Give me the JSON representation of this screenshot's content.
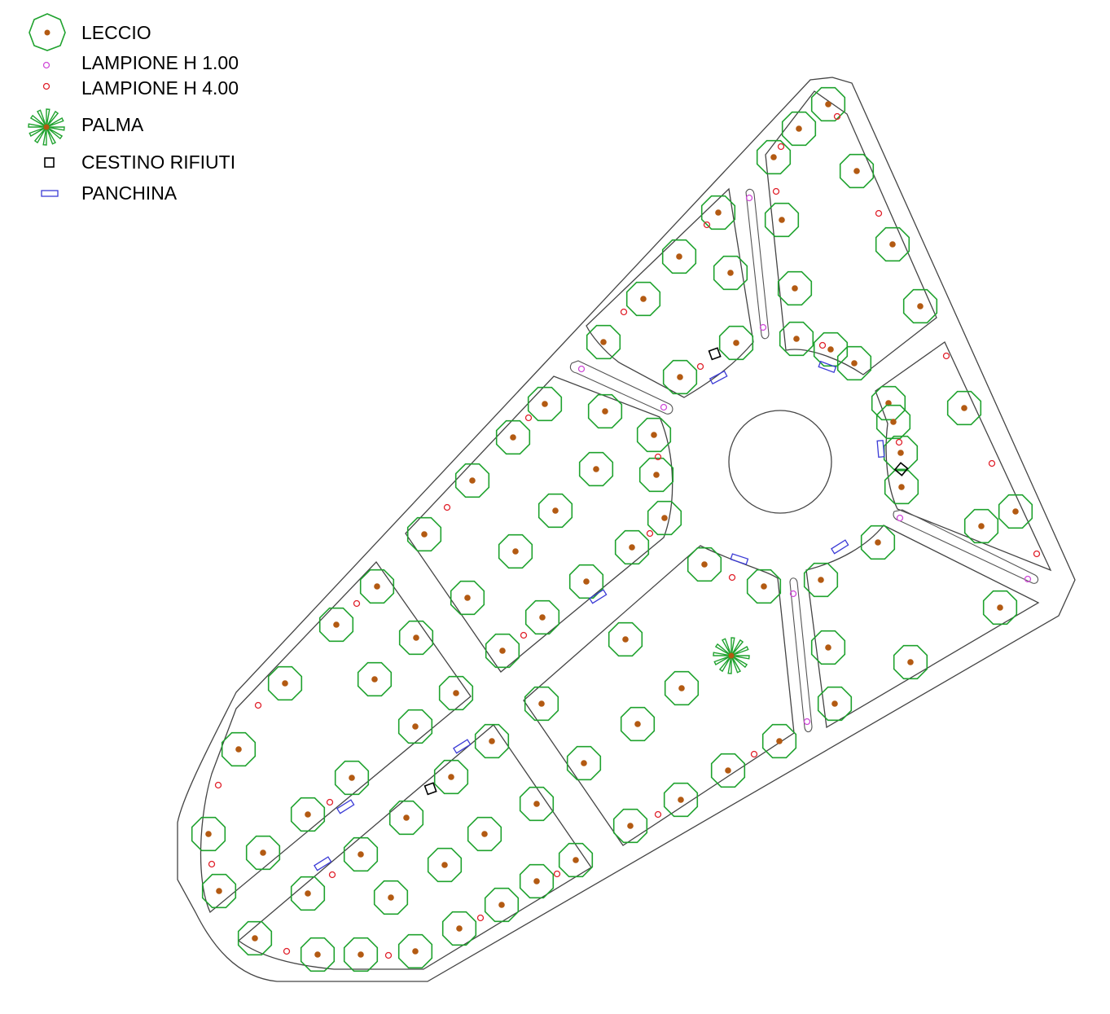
{
  "legend": {
    "leccio": "LECCIO",
    "lampione_1": "LAMPIONE H 1.00",
    "lampione_4": "LAMPIONE H 4.00",
    "palma": "PALMA",
    "cestino": "CESTINO RIFIUTI",
    "panchina": "PANCHINA"
  },
  "colors": {
    "tree_canopy": "#1fa22e",
    "tree_trunk": "#b35a12",
    "lamp_low": "#d04ad8",
    "lamp_high": "#e0202a",
    "bin": "#000000",
    "bench": "#3b3bd6",
    "outline": "#444444"
  }
}
